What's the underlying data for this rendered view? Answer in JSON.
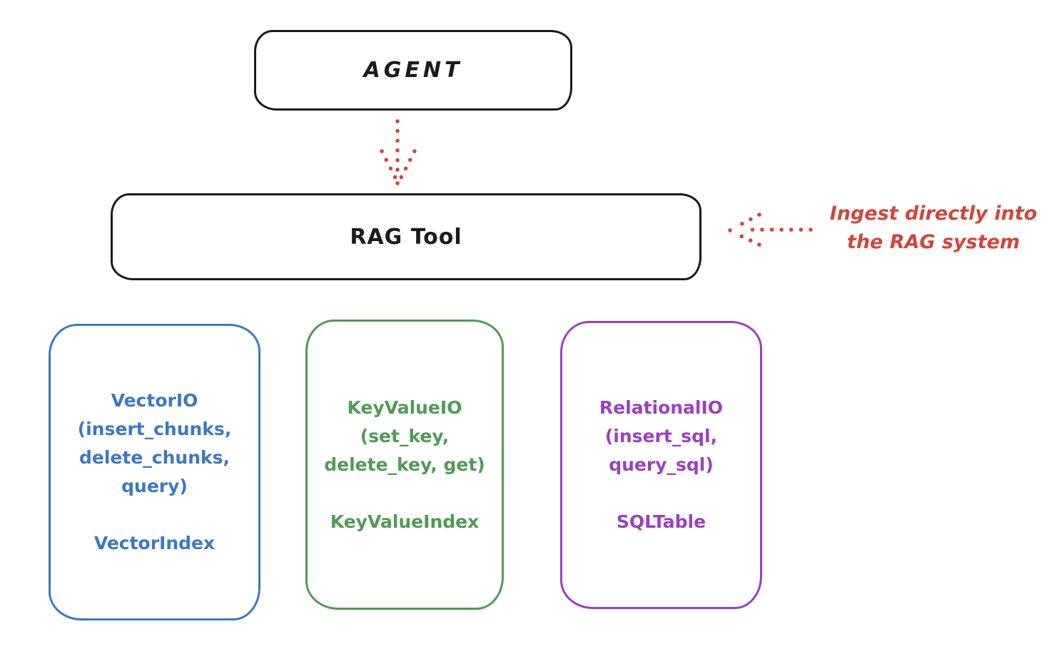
{
  "diagram": {
    "agent": {
      "label": "AGENT"
    },
    "rag_tool": {
      "label": "RAG Tool"
    },
    "annotation": {
      "line1": "Ingest directly into",
      "line2": "the RAG system"
    },
    "stores": [
      {
        "lines": [
          "VectorIO",
          "(insert_chunks,",
          "delete_chunks,",
          "query)"
        ],
        "index_label": "VectorIndex",
        "color": "#3b79bf"
      },
      {
        "lines": [
          "KeyValueIO",
          "(set_key,",
          "delete_key, get)"
        ],
        "index_label": "KeyValueIndex",
        "color": "#4f9b55"
      },
      {
        "lines": [
          "RelationalIO",
          "(insert_sql,",
          "query_sql)"
        ],
        "index_label": "SQLTable",
        "color": "#9c3fc0"
      }
    ],
    "colors": {
      "ink": "#1b1b1b",
      "accent_red": "#d2453c"
    }
  }
}
